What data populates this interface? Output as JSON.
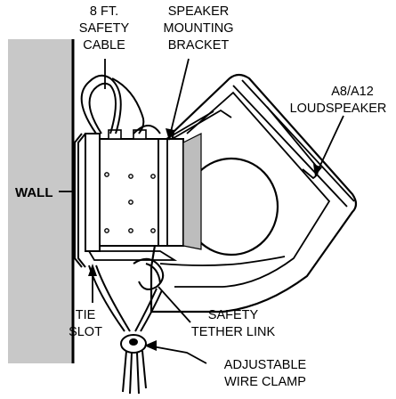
{
  "labels": {
    "safety_cable": [
      "8 FT.",
      "SAFETY",
      "CABLE"
    ],
    "mounting_bracket": [
      "SPEAKER",
      "MOUNTING",
      "BRACKET"
    ],
    "loudspeaker": [
      "A8/A12",
      "LOUDSPEAKER"
    ],
    "wall": "WALL",
    "tie_slot": [
      "TIE",
      "SLOT"
    ],
    "tether_link": [
      "SAFETY",
      "TETHER LINK"
    ],
    "wire_clamp": [
      "ADJUSTABLE",
      "WIRE CLAMP"
    ]
  },
  "colors": {
    "wall_fill": "#c8c8c8",
    "ink": "#000000",
    "shade": "#bdbdbd"
  }
}
